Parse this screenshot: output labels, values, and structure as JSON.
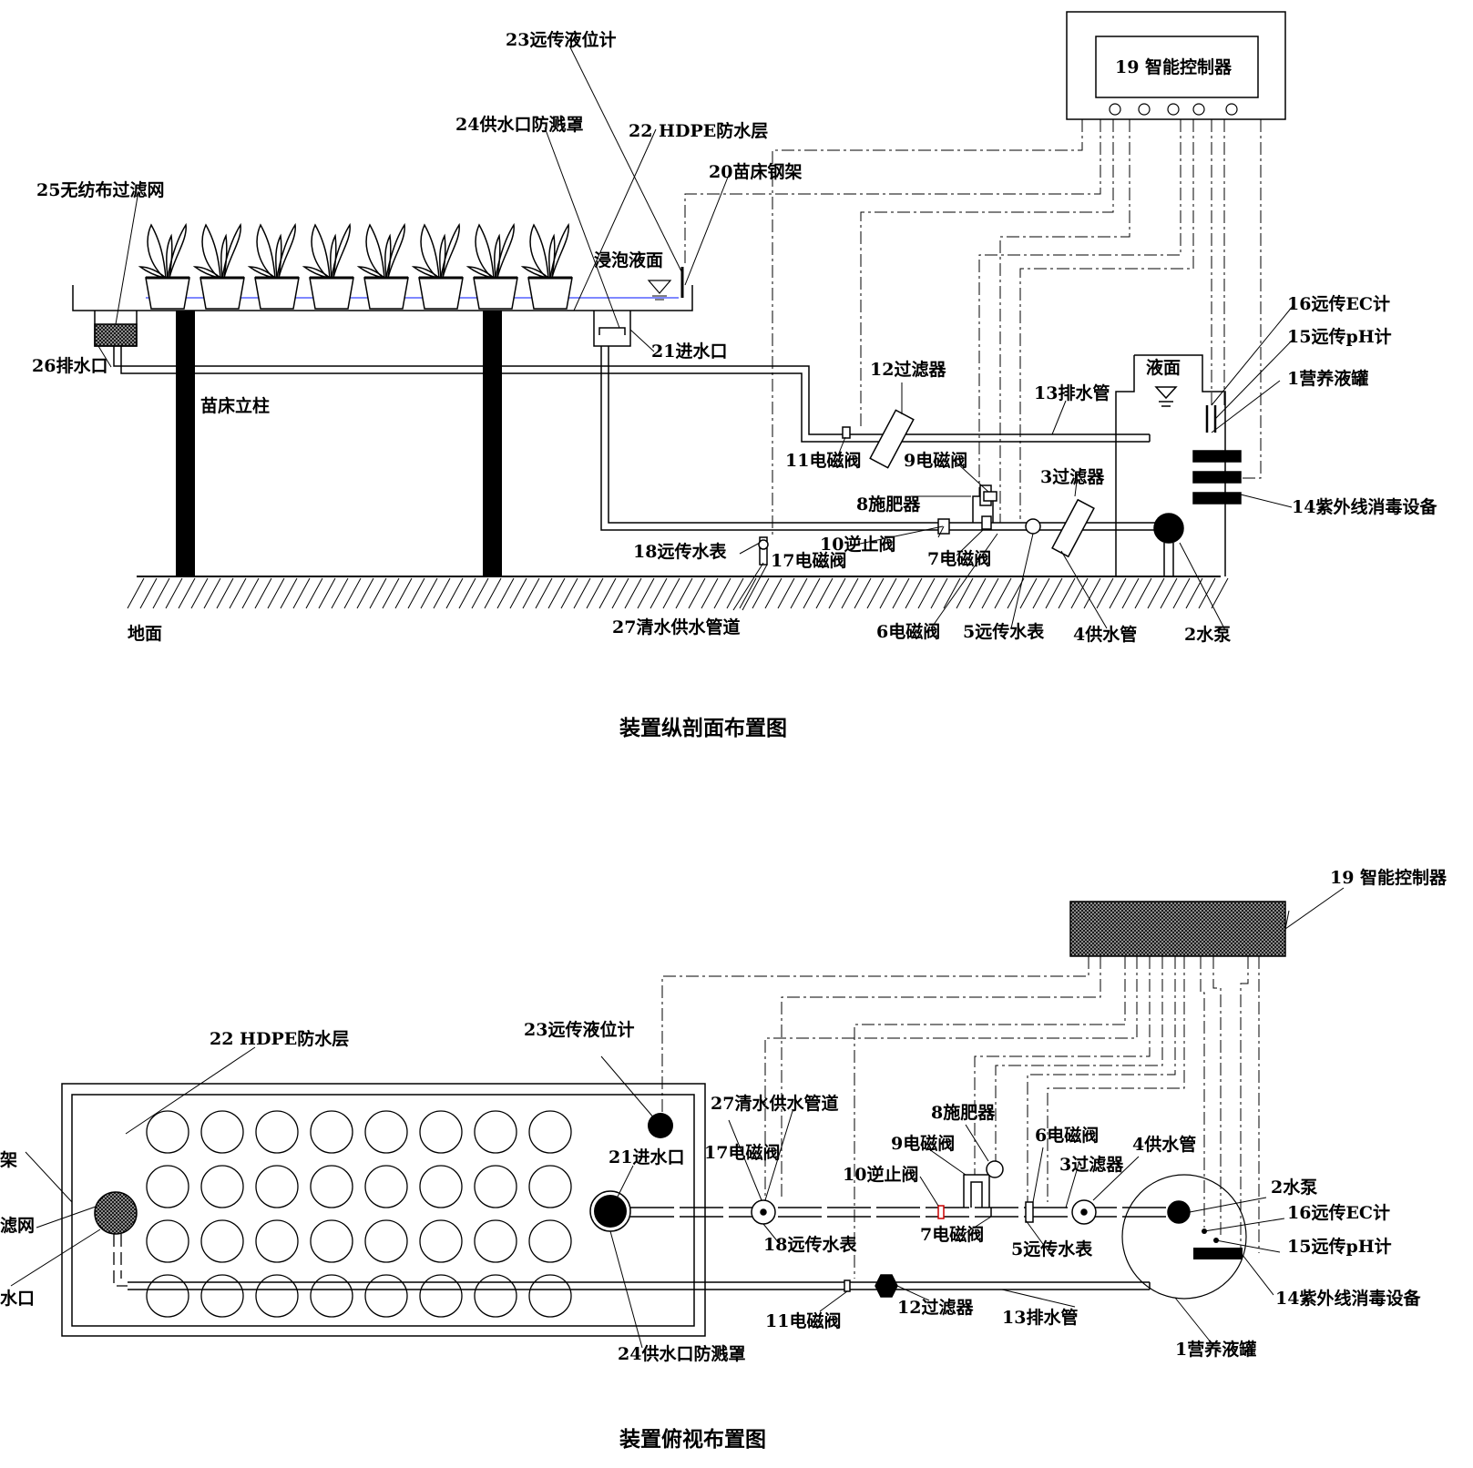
{
  "titles": {
    "section": "装置纵剖面布置图",
    "plan": "装置俯视布置图"
  },
  "section": {
    "ground": "地面",
    "column": "苗床立柱",
    "soak_level": "浸泡液面",
    "tank_level": "液面",
    "controller": "19 智能控制器",
    "l1": "1营养液罐",
    "l2": "2水泵",
    "l3": "3过滤器",
    "l4": "4供水管",
    "l5": "5远传水表",
    "l6": "6电磁阀",
    "l7": "7电磁阀",
    "l8": "8施肥器",
    "l9": "9电磁阀",
    "l10": "10逆止阀",
    "l11": "11电磁阀",
    "l12": "12过滤器",
    "l13": "13排水管",
    "l14": "14紫外线消毒设备",
    "l15": "15远传pH计",
    "l16": "16远传EC计",
    "l17": "17电磁阀",
    "l18": "18远传水表",
    "l20": "20苗床钢架",
    "l21": "21进水口",
    "l22": "22 HDPE防水层",
    "l23": "23远传液位计",
    "l24": "24供水口防溅罩",
    "l25": "25无纺布过滤网",
    "l26": "26排水口",
    "l27": "27清水供水管道"
  },
  "plan": {
    "controller": "19 智能控制器",
    "l1": "1营养液罐",
    "l2": "2水泵",
    "l3": "3过滤器",
    "l4": "4供水管",
    "l5": "5远传水表",
    "l6": "6电磁阀",
    "l7": "7电磁阀",
    "l8": "8施肥器",
    "l9": "9电磁阀",
    "l10": "10逆止阀",
    "l11": "11电磁阀",
    "l12": "12过滤器",
    "l13": "13排水管",
    "l14": "14紫外线消毒设备",
    "l15": "15远传pH计",
    "l16": "16远传EC计",
    "l17": "17电磁阀",
    "l18": "18远传水表",
    "l21": "21进水口",
    "l22": "22 HDPE防水层",
    "l23": "23远传液位计",
    "l24": "24供水口防溅罩",
    "l27": "27清水供水管道",
    "cut_frame": "架",
    "cut_filter": "滤网",
    "cut_outlet": "水口"
  }
}
